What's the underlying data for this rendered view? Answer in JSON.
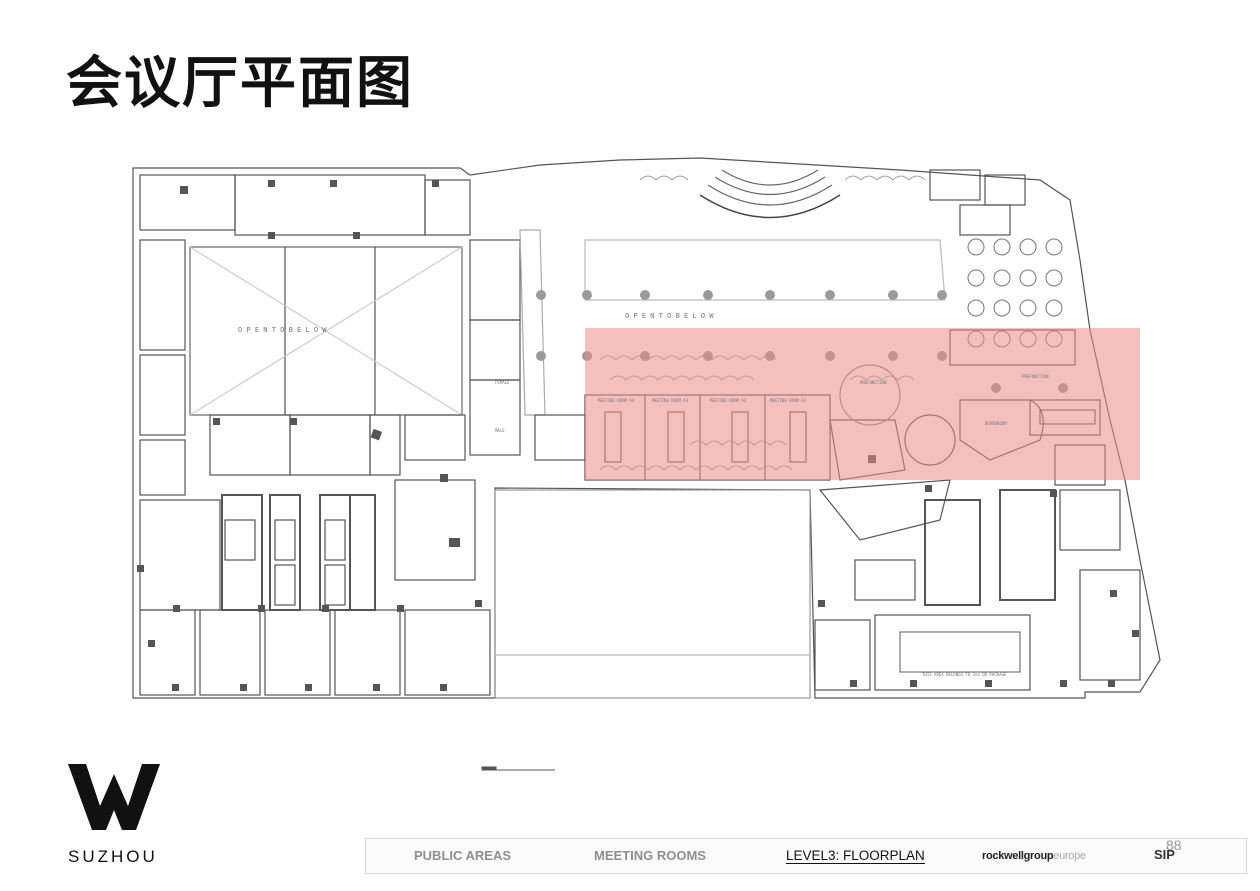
{
  "page": {
    "title": "会议厅平面图"
  },
  "plan": {
    "open_to_below_left": "O P E N   T O   B E L O W",
    "open_to_below_right": "O P E N   T O   B E L O W",
    "room_labels": [
      "MEETING ROOM A4",
      "MEETING ROOM A3",
      "MEETING ROOM A2",
      "MEETING ROOM A1"
    ],
    "pre_function": "PREFUNCTION",
    "pre_function_2": "PREFUNCTION",
    "boardroom": "BOARDROOM",
    "female": "FEMALE",
    "male": "MALE",
    "notice": "THIS AREA BELONGS TO 2nd DD PACKAGE",
    "highlight_color": "#f3b6b6"
  },
  "brand": {
    "logo_letter": "W",
    "city": "SUZHOU"
  },
  "footer": {
    "public_areas": "PUBLIC AREAS",
    "meeting_rooms": "MEETING ROOMS",
    "level": "LEVEL3: FLOORPLAN",
    "brand_main": "rockwellgroup",
    "brand_sub": "europe",
    "sip": "SIP",
    "page_number": "88"
  }
}
